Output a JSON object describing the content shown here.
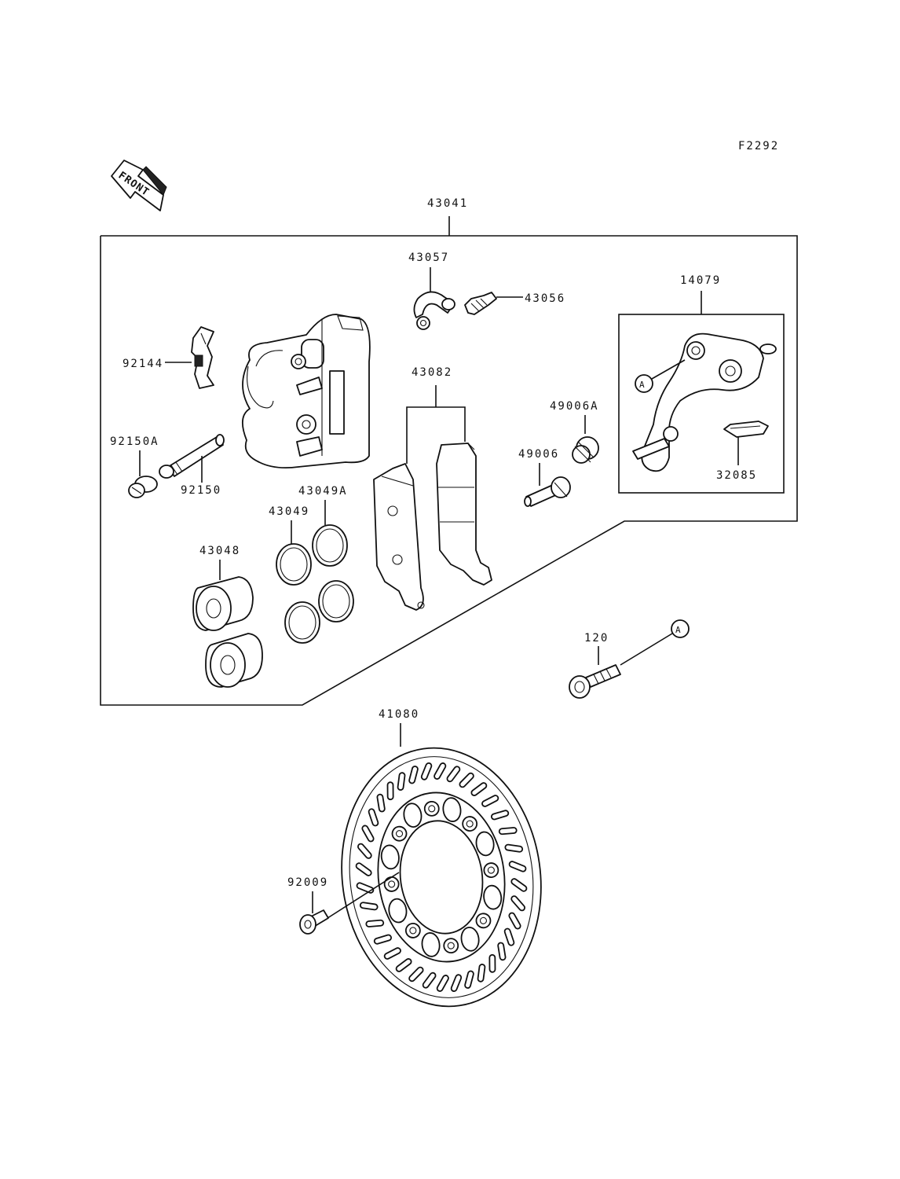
{
  "figure_code": "F2292",
  "front_label": "FRONT",
  "ref_marker": "A",
  "parts": {
    "assembly": "43041",
    "banjo_hose_fitting": "43057",
    "bleed_valve": "43056",
    "bracket": "14079",
    "pad_spring": "92144",
    "pads": "43082",
    "boot_a": "49006A",
    "plug": "92150A",
    "pin": "92150",
    "bolt_pin": "49006",
    "spring": "32085",
    "seal_a": "43049A",
    "seal": "43049",
    "piston": "43048",
    "bolt": "120",
    "disc": "41080",
    "disc_bolt": "92009"
  }
}
